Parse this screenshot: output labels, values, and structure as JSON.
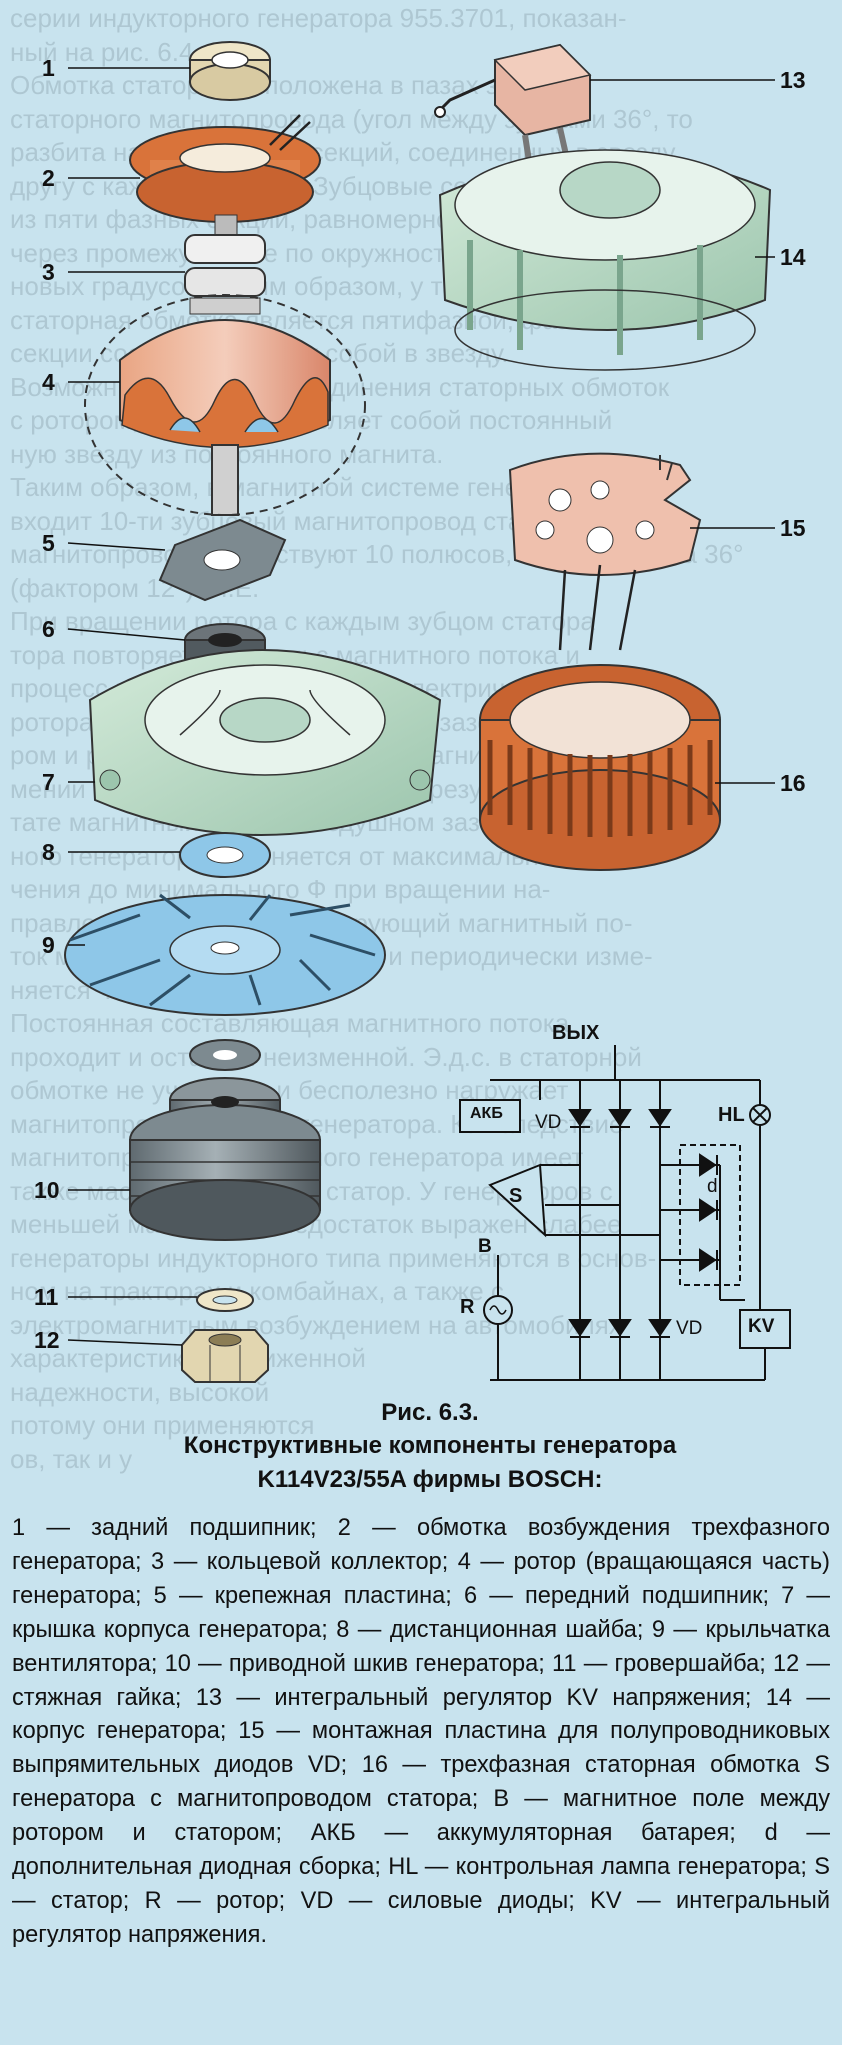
{
  "background_text": [
    "серии индукторного генератора 955.3701, показан-",
    "ный на рис. 6.4, б.",
    "    Обмотка статора расположена в пазах зубцов",
    "статорного магнитопровода (угол между зубцами 36°, то",
    "разбита на пять фазных секций, соединенных в звезду",
    "другу с каждой стороны. Зубцовые секции одной фазы",
    "из пяти фазных секций, равномерно смещенных на 180",
    "через промежуточные по окружности зубцы на 180°",
    "новых градусов. Таким образом, у такого генератора",
    "статорная обмотка является пятифазной, фазные",
    "секции соединены между собой в звезду.",
    "    Возможны и варианты соединения статорных обмоток",
    "с ротором, но он представляет собой постоянный",
    "ную звезду из постоянного магнита.",
    "    Таким образом, в магнитной системе генератора",
    "входит 10-ти зубцовый магнитопровод статора. В",
    "магнитопроводе существуют 10 полюсов, смещенных на 36°",
    "(фактором 12°). Я.Е.",
    "    При вращении ротора с каждым зубцом статора",
    "тора повторяется импульс магнитного потока и",
    "процесс повторяется через 360 электрических градусов",
    "ротора. Этот процесс в воздушном зазоре между стато-",
    "ром и ротором, следовательно и магнитного потока",
    "мении B зазора (см. рис. 5.3, а). В резуль-",
    "тате магнитный поток в воздушном зазоре и в статор-",
    "ного генератора изменяется от максимального зна-",
    "чения до минимального Ф при вращении на-",
    "правления ротора. Ф пульсирующий магнитный по-",
    "ток между статором и ротором и периодически изме-",
    "няется Ф = Ф + Ф.",
    "    Постоянная составляющая магнитного потока",
    "проходит и остается неизменной. Э.д.с. в статорной",
    "обмотке не участвует и бесполезно нагружает",
    "магнитопровод статора генератора. Как следствие",
    "магнитопровод индукторного генератора имеет",
    "также массивный ротор и статор. У генераторов с",
    "меньшей массой этот недостаток выражен слабее",
    "генераторы индукторного типа применяются в основ-",
    "ном на тракторах и комбайнах, а также с",
    "электромагнитным возбуждением на автомобилях",
    "характеристиках пониженной",
    "надежности, высокой",
    "потому они применяются",
    "ов, так и у"
  ],
  "callouts": [
    "1",
    "2",
    "3",
    "4",
    "5",
    "6",
    "7",
    "8",
    "9",
    "10",
    "11",
    "12",
    "13",
    "14",
    "15",
    "16"
  ],
  "schematic": {
    "out_label": "ВЫХ",
    "akb_label": "АКБ",
    "vd_label": "VD",
    "hl_label": "HL",
    "d_label": "d",
    "s_label": "S",
    "b_label": "B",
    "r_label": "R",
    "kv_label": "KV"
  },
  "caption": {
    "figure_label": "Рис. 6.3.",
    "title_line1": "Конструктивные компоненты генератора",
    "title_line2": "K114V23/55A фирмы BOSCH:"
  },
  "legend_text": "1 — задний подшипник; 2 — обмотка возбуждения трехфазного генератора; 3 — кольцевой коллектор; 4 — ротор (вращающаяся часть) генератора; 5 — крепежная пластина; 6 — передний подшипник; 7 — крышка корпуса генератора; 8 — дистанционная шайба; 9 — крыльчатка вентилятора; 10 — приводной шкив генератора; 11 — гровершайба; 12 — стяжная гайка; 13 — интегральный регулятор KV напряжения; 14 — корпус генератора; 15 — монтажная пластина для полупроводниковых выпрямительных диодов VD; 16 — трехфазная статорная обмотка S генератора с магнитопроводом статора; B — магнитное поле между ротором и статором; АКБ — аккумуляторная батарея; d — дополнительная диодная сборка; HL — контрольная лампа генератора; S — статор; R — ротор; VD — силовые диоды; KV — интегральный регулятор напряжения.",
  "colors": {
    "page": "#c8e3ee",
    "rotor_orange": "#d9733a",
    "rotor_pink": "#f2c4b0",
    "part_green": "#b7d7c6",
    "fan_blue": "#8ec7e8",
    "pulley_gray": "#7d8a90"
  }
}
